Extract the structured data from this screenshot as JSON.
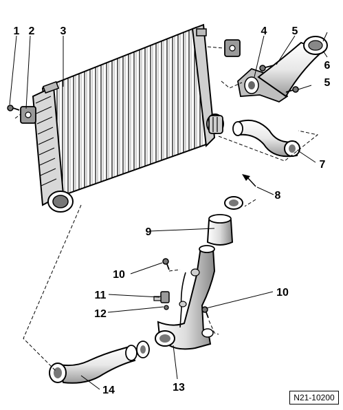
{
  "callouts": {
    "c1": "1",
    "c2": "2",
    "c3": "3",
    "c4": "4",
    "c5a": "5",
    "c5b": "5",
    "c6": "6",
    "c7": "7",
    "c8": "8",
    "c9": "9",
    "c10a": "10",
    "c10b": "10",
    "c11": "11",
    "c12": "12",
    "c13": "13",
    "c14": "14"
  },
  "figure_ref": "N21-10200"
}
